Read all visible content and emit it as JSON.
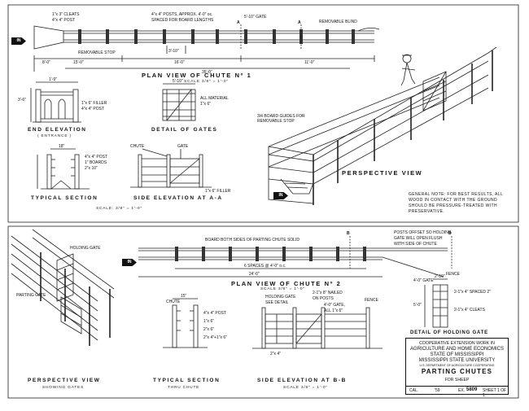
{
  "upper": {
    "in_badge": "IN",
    "plan": {
      "title": "PLAN VIEW OF CHUTE Nº 1",
      "scale": "SCALE  3/8\" = 1'-0\"",
      "labels": {
        "cleats": "1\"x 3\" CLEATS",
        "post_a": "4\"x 4\" POST",
        "posts_note": "4\"x 4\" POSTS, APPROX. 4'-0\" oc.",
        "posts_note2": "SPACED FOR BOARD LENGTHS",
        "gate": "5'-10\" GATE",
        "blind": "REMOVABLE BLIND",
        "stop": "REMOVABLE STOP",
        "sec_a1": "A",
        "sec_a2": "A"
      },
      "dims": [
        "15'-0\"",
        "16'-0\"",
        "11'-0\"",
        "35'-0\"",
        "3'-10\"",
        "8'-0\""
      ]
    },
    "end_elev": {
      "title": "END ELEVATION",
      "subtitle": "( ENTRANCE )",
      "labels": [
        "1\"x 6\" FILLER",
        "4\"x 4\" POST",
        "3'-6\"",
        "1'-9\""
      ]
    },
    "gates": {
      "title": "DETAIL OF GATES",
      "labels": [
        "5'-10\"",
        "ALL MATERIAL",
        "1\"x 6\""
      ]
    },
    "typ_sec": {
      "title": "TYPICAL SECTION",
      "labels": [
        "18\"",
        "4\"x 4\" POST",
        "1\" BOARDS",
        "2\"x 10\""
      ]
    },
    "side_a": {
      "title": "SIDE ELEVATION AT A-A",
      "labels": [
        "CHUTE",
        "GATE",
        "1\"x 6\" FILLER"
      ]
    },
    "scale": "SCALE: 3/8\" = 1'-0\"",
    "perspective": {
      "title": "PERSPECTIVE VIEW",
      "guide_note": "3/4 BOARD GUIDES FOR REMOVABLE STOP",
      "general_note": "GENERAL NOTE: FOR BEST RESULTS, ALL WOOD IN CONTACT WITH THE GROUND SHOULD BE PRESSURE-TREATED WITH PRESERVATIVE."
    }
  },
  "lower": {
    "in_badge": "IN",
    "persp": {
      "title": "PERSPECTIVE VIEW",
      "subtitle": "SHOWING GATES",
      "labels": [
        "HOLDING GATE",
        "PARTING GATE"
      ]
    },
    "plan2": {
      "title": "PLAN VIEW OF CHUTE Nº 2",
      "scale": "SCALE  3/8\" = 1'-0\"",
      "labels": {
        "board_note": "BOARD BOTH SIDES OF PARTING CHUTE SOLID",
        "posts_offset": "POSTS OFFSET SO HOLDING",
        "posts_offset2": "GATE WILL OPEN FLUSH",
        "posts_offset3": "WITH SIDE OF CHUTE",
        "fence": "FENCE",
        "gate": "4'-0\" GATE",
        "spaces": "6 SPACES @ 4'-0\" o.c.",
        "total": "24'-0\"",
        "sec_b1": "B",
        "sec_b2": "B"
      }
    },
    "typ_sec2": {
      "title": "TYPICAL SECTION",
      "subtitle": "THRU CHUTE",
      "labels": [
        "15\"",
        "4\"x 4\" POST",
        "1\"x 6\"",
        "2\"x 6\"",
        "2\"x 4\"+1\"x 6\"",
        "CHUTE"
      ]
    },
    "side_b": {
      "title": "SIDE ELEVATION AT B-B",
      "scale": "SCALE  3/8\" = 1'-0\"",
      "labels": [
        "HOLDING GATE",
        "SEE DETAIL",
        "2-1\"x 8\" NAILED",
        "ON POSTS",
        "4'-0\" GATE,",
        "ALL 1\"x 6\"",
        "FENCE",
        "2\"x 4\""
      ]
    },
    "holding": {
      "title": "DETAIL OF HOLDING GATE",
      "labels": [
        "2-1\"x 4\" SPACED 2\"",
        "2-1\"x 4\" CLEATS",
        "5'-0\"",
        "2'-10\""
      ]
    }
  },
  "title_block": {
    "line1": "COOPERATIVE EXTENSION WORK IN",
    "line2": "AGRICULTURE AND HOME ECONOMICS",
    "line3": "STATE OF MISSISSIPPI",
    "line4": "MISSISSIPPI STATE UNIVERSITY",
    "line5": "U.S. DEPARTMENT OF AGRICULTURE COOPERATING",
    "name": "PARTING CHUTES",
    "for": "FOR SHEEP",
    "cal": "CAL.",
    "year": "'59",
    "ex_label": "EX.",
    "ex_no": "5809",
    "sheet": "SHEET 1 OF 1"
  }
}
